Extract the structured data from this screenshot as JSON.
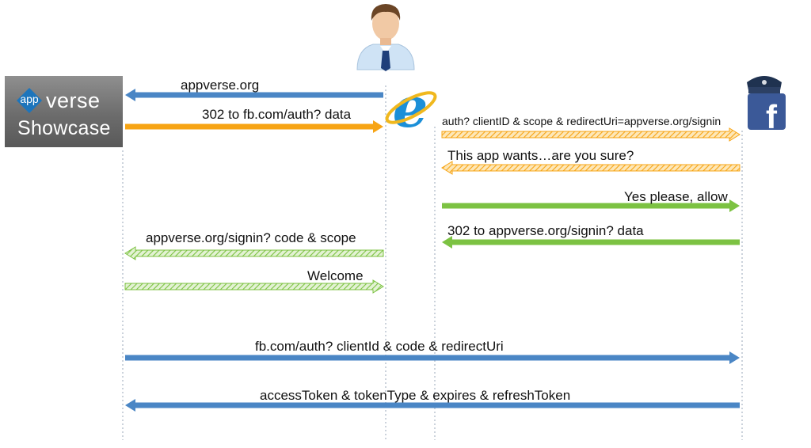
{
  "actors": {
    "app": {
      "logo_app": "app",
      "logo_verse": "verse",
      "logo_sub": "Showcase"
    },
    "user": {
      "icon": "user-avatar-icon"
    },
    "browser": {
      "icon": "internet-explorer-icon"
    },
    "provider": {
      "icon": "facebook-police-icon"
    }
  },
  "colors": {
    "blue": "#4a86c5",
    "orange": "#f7a414",
    "green": "#7cc242",
    "lifeline": "#9aa7b8"
  },
  "messages": [
    {
      "label": "appverse.org",
      "from": "browser",
      "to": "app",
      "style": "solid",
      "color": "blue"
    },
    {
      "label": "302 to fb.com/auth? data",
      "from": "app",
      "to": "browser",
      "style": "solid",
      "color": "orange"
    },
    {
      "label": "auth? clientID & scope & redirectUri=appverse.org/signin",
      "from": "browser",
      "to": "provider",
      "style": "hatched",
      "color": "orange"
    },
    {
      "label": "This app wants…are you sure?",
      "from": "provider",
      "to": "browser",
      "style": "hatched",
      "color": "orange"
    },
    {
      "label": "Yes please, allow",
      "from": "browser",
      "to": "provider",
      "style": "solid",
      "color": "green"
    },
    {
      "label": "302 to appverse.org/signin? data",
      "from": "provider",
      "to": "browser",
      "style": "solid",
      "color": "green"
    },
    {
      "label": "appverse.org/signin? code & scope",
      "from": "browser",
      "to": "app",
      "style": "hatched",
      "color": "green"
    },
    {
      "label": "Welcome",
      "from": "app",
      "to": "browser",
      "style": "hatched",
      "color": "green"
    },
    {
      "label": "fb.com/auth? clientId & code & redirectUri",
      "from": "app",
      "to": "provider",
      "style": "solid",
      "color": "blue"
    },
    {
      "label": "accessToken & tokenType & expires & refreshToken",
      "from": "provider",
      "to": "app",
      "style": "solid",
      "color": "blue"
    }
  ]
}
